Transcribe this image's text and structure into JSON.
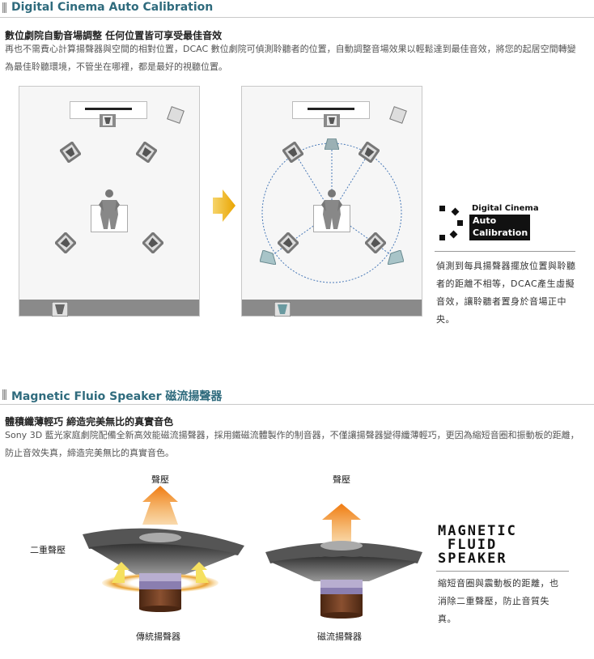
{
  "section1": {
    "title": "Digital Cinema Auto Calibration",
    "subheading": "數位劇院自動音場調整 任何位置皆可享受最佳音效",
    "body": "再也不需費心計算揚聲器與空間的相對位置，DCAC 數位劇院可偵測聆聽者的位置，自動調整音場效果以輕鬆達到最佳音效，將您的起居空間轉變為最佳聆聽環境，不管坐在哪裡，都是最好的視聽位置。",
    "logo": {
      "line1": "Digital Cinema",
      "line2": "Auto",
      "line3": "Calibration"
    },
    "caption": "偵測到每具揚聲器擺放位置與聆聽者的距離不相等，DCAC產生虛擬音效，讓聆聽者置身於音場正中央。",
    "arrow_icon": "arrow-right-icon",
    "accent": "#f0b020"
  },
  "section2": {
    "title": "Magnetic Fluio Speaker 磁流揚聲器",
    "subheading": "體積纖薄輕巧 締造完美無比的真實音色",
    "body": "Sony 3D 藍光家庭劇院配備全新高效能磁流揚聲器，採用鐵磁流體製作的制音器，不僅讓揚聲器變得纖薄輕巧，更因為縮短音圈和振動板的距離，防止音效失真，締造完美無比的真實音色。",
    "left_speaker": {
      "top_label": "聲壓",
      "side_label": "二重聲壓",
      "bottom_label": "傳統揚聲器"
    },
    "right_speaker": {
      "top_label": "聲壓",
      "bottom_label": "磁流揚聲器"
    },
    "logo": {
      "line1": "MAGNETIC",
      "line2": "FLUID",
      "line3": "SPEAKER"
    },
    "caption": "縮短音圈與震動板的距離，也消除二重聲壓，防止音質失真。",
    "accent": "#f0a030"
  },
  "colors": {
    "title": "#2f6b7d",
    "circle": "#4a7ab8"
  }
}
